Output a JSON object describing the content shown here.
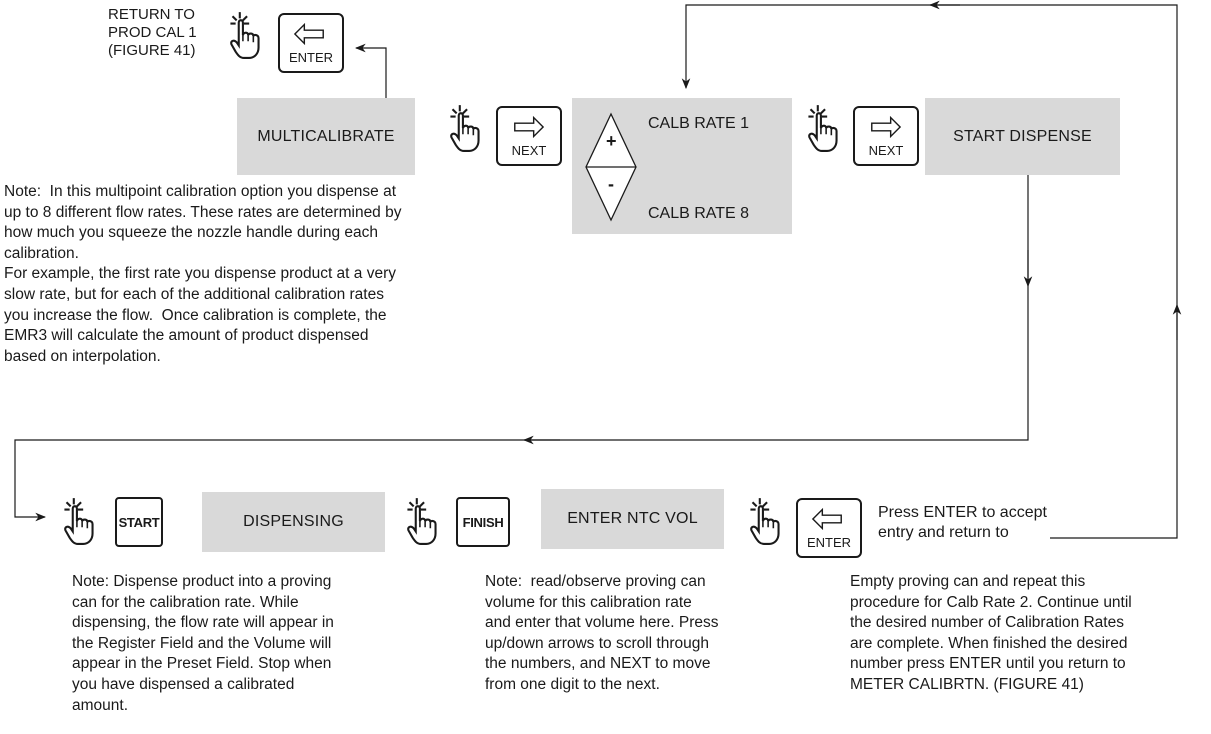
{
  "return_label": "RETURN TO\nPROD CAL 1\n(FIGURE 41)",
  "keys": {
    "enter": "ENTER",
    "next": "NEXT",
    "start": "START",
    "finish": "FINISH"
  },
  "boxes": {
    "multicalibrate": "MULTICALIBRATE",
    "calb_rate_1": "CALB RATE 1",
    "calb_rate_8": "CALB RATE 8",
    "plus": "+",
    "minus": "-",
    "start_dispense": "START DISPENSE",
    "dispensing": "DISPENSING",
    "enter_ntc_vol": "ENTER NTC VOL"
  },
  "press_enter_text": "Press ENTER to accept\nentry and return to",
  "notes": {
    "multipoint": "Note:  In this multipoint calibration option you dispense at\nup to 8 different flow rates. These rates are determined by\nhow much you squeeze the nozzle handle during each\ncalibration.\nFor example, the first rate you dispense product at a very\nslow rate, but for each of the additional calibration rates\nyou increase the flow.  Once calibration is complete, the\nEMR3 will calculate the amount of product dispensed\nbased on interpolation.",
    "dispense": "Note: Dispense product into a proving\ncan for the calibration rate. While\ndispensing, the flow rate will appear in\nthe Register Field and the Volume will\nappear in the Preset Field. Stop when\nyou have dispensed a calibrated\namount.",
    "ntc": "Note:  read/observe proving can\nvolume for this calibration rate\nand enter that volume here. Press\nup/down arrows to scroll through\nthe numbers, and NEXT to move\nfrom one digit to the next.",
    "repeat": "Empty proving can and repeat this\nprocedure for Calb Rate 2. Continue until\nthe desired number of Calibration Rates\nare complete. When finished the desired\nnumber press ENTER until you return to\nMETER CALIBRTN. (FIGURE 41)"
  },
  "icons": [
    "hand-press-icon",
    "enter-key-icon",
    "next-key-icon",
    "up-down-arrow-icon"
  ]
}
